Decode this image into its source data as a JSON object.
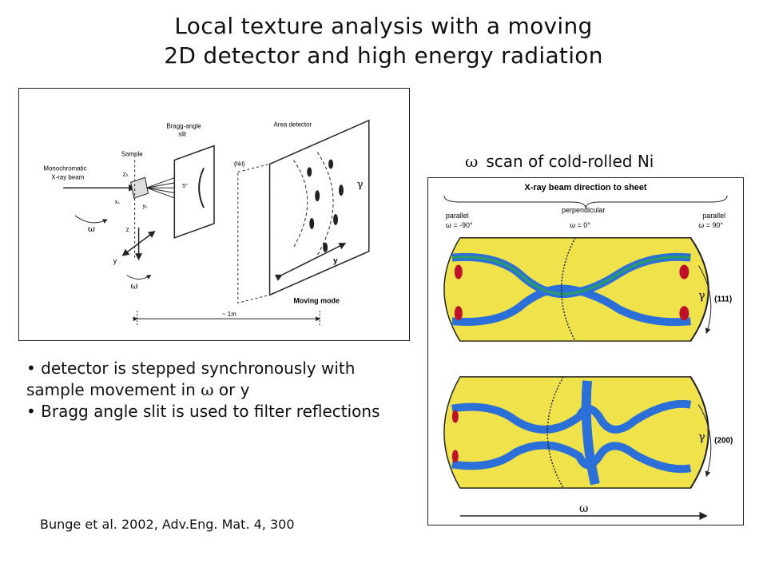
{
  "slide": {
    "title_line1": "Local texture analysis with a moving",
    "title_line2": "2D detector and high energy radiation",
    "right_caption_symbol": "ω",
    "right_caption_text": "scan of cold-rolled Ni",
    "bullet1_prefix": "• detector is stepped synchronously with sample movement in",
    "bullet1_symbol": "ω",
    "bullet1_suffix": "or y",
    "bullet2": "• Bragg angle slit is used to filter reflections",
    "citation": "Bunge et al. 2002, Adv.Eng. Mat. 4, 300"
  },
  "setup_figure": {
    "source_label_1": "Monochromatic",
    "source_label_2": "X-ray beam",
    "sample_label": "Sample",
    "slit_label_1": "Bragg-angle",
    "slit_label_2": "slit",
    "detector_label": "Area detector",
    "hkl_label": "{hkl}",
    "angle_label": "5°",
    "gamma_label": "γ",
    "omega_label": "ω",
    "y_label": "y",
    "z_label": "z",
    "zs_label": "zₛ",
    "xs_label": "xₛ",
    "ys_label": "yₛ",
    "mode_label": "Moving mode",
    "distance_label": "~ 1m"
  },
  "scan_figure": {
    "header": "X-ray beam direction to sheet",
    "left_label": "parallel",
    "left_angle": "ω = -90°",
    "center_label": "perpendicular",
    "center_angle": "ω = 0°",
    "right_label": "parallel",
    "right_angle": "ω = 90°",
    "top_reflection": "(111)",
    "bottom_reflection": "(200)",
    "gamma_label": "γ",
    "axis_label": "ω",
    "colors": {
      "background": "#f0e24a",
      "high": "#c0102a",
      "mid": "#2a70d8",
      "low": "#2aa84a"
    }
  }
}
